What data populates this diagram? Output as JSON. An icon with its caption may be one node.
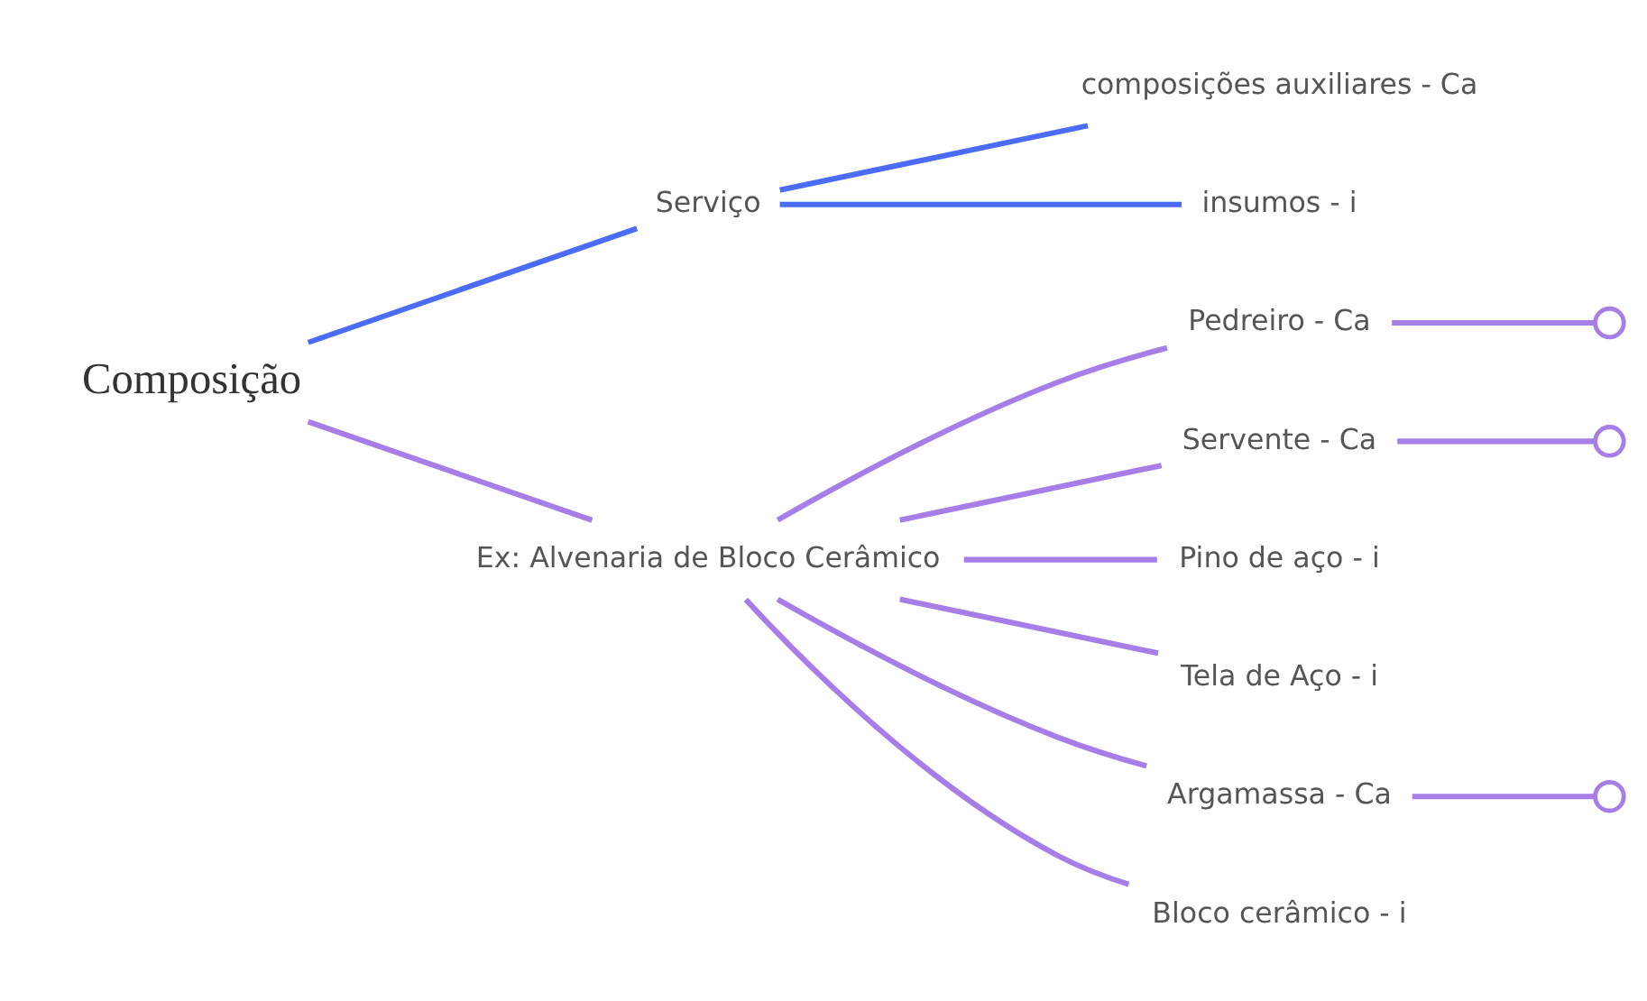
{
  "diagram": {
    "nodes": [
      {
        "text": [
          "Composição"
        ]
      },
      {
        "text": [
          "Serviço"
        ]
      },
      {
        "text": [
          "composições auxiliares - Ca"
        ]
      },
      {
        "text": [
          "insumos - i"
        ]
      },
      {
        "text": [
          "Ex: Alvenaria de Bloco Cerâmico"
        ]
      },
      {
        "text": [
          "Pedreiro - Ca"
        ]
      },
      {
        "text": [
          "Servente - Ca"
        ]
      },
      {
        "text": [
          "Pino de aço - i"
        ]
      },
      {
        "text": [
          "Tela de Aço - i"
        ]
      },
      {
        "text": [
          "Argamassa - Ca"
        ]
      },
      {
        "text": [
          "Bloco cerâmico - i"
        ]
      },
      {
        "text": [],
        "shape": "circle"
      },
      {
        "text": [],
        "shape": "circle"
      },
      {
        "text": [],
        "shape": "circle"
      }
    ],
    "edges": [
      {
        "from": 0,
        "to": 1,
        "arrow": "none",
        "color": "#4a6cf7"
      },
      {
        "from": 1,
        "to": 2,
        "arrow": "none",
        "color": "#4a6cf7"
      },
      {
        "from": 1,
        "to": 3,
        "arrow": "none",
        "color": "#4a6cf7"
      },
      {
        "from": 0,
        "to": 4,
        "arrow": "none"
      },
      {
        "from": 4,
        "to": 5,
        "arrow": "none"
      },
      {
        "from": 4,
        "to": 6,
        "arrow": "none"
      },
      {
        "from": 4,
        "to": 7,
        "arrow": "none"
      },
      {
        "from": 4,
        "to": 8,
        "arrow": "none"
      },
      {
        "from": 4,
        "to": 9,
        "arrow": "none"
      },
      {
        "from": 4,
        "to": 10,
        "arrow": "none"
      },
      {
        "from": 5,
        "to": 11,
        "arrow": "none"
      },
      {
        "from": 6,
        "to": 12,
        "arrow": "none"
      },
      {
        "from": 9,
        "to": 13,
        "arrow": "none"
      }
    ]
  }
}
